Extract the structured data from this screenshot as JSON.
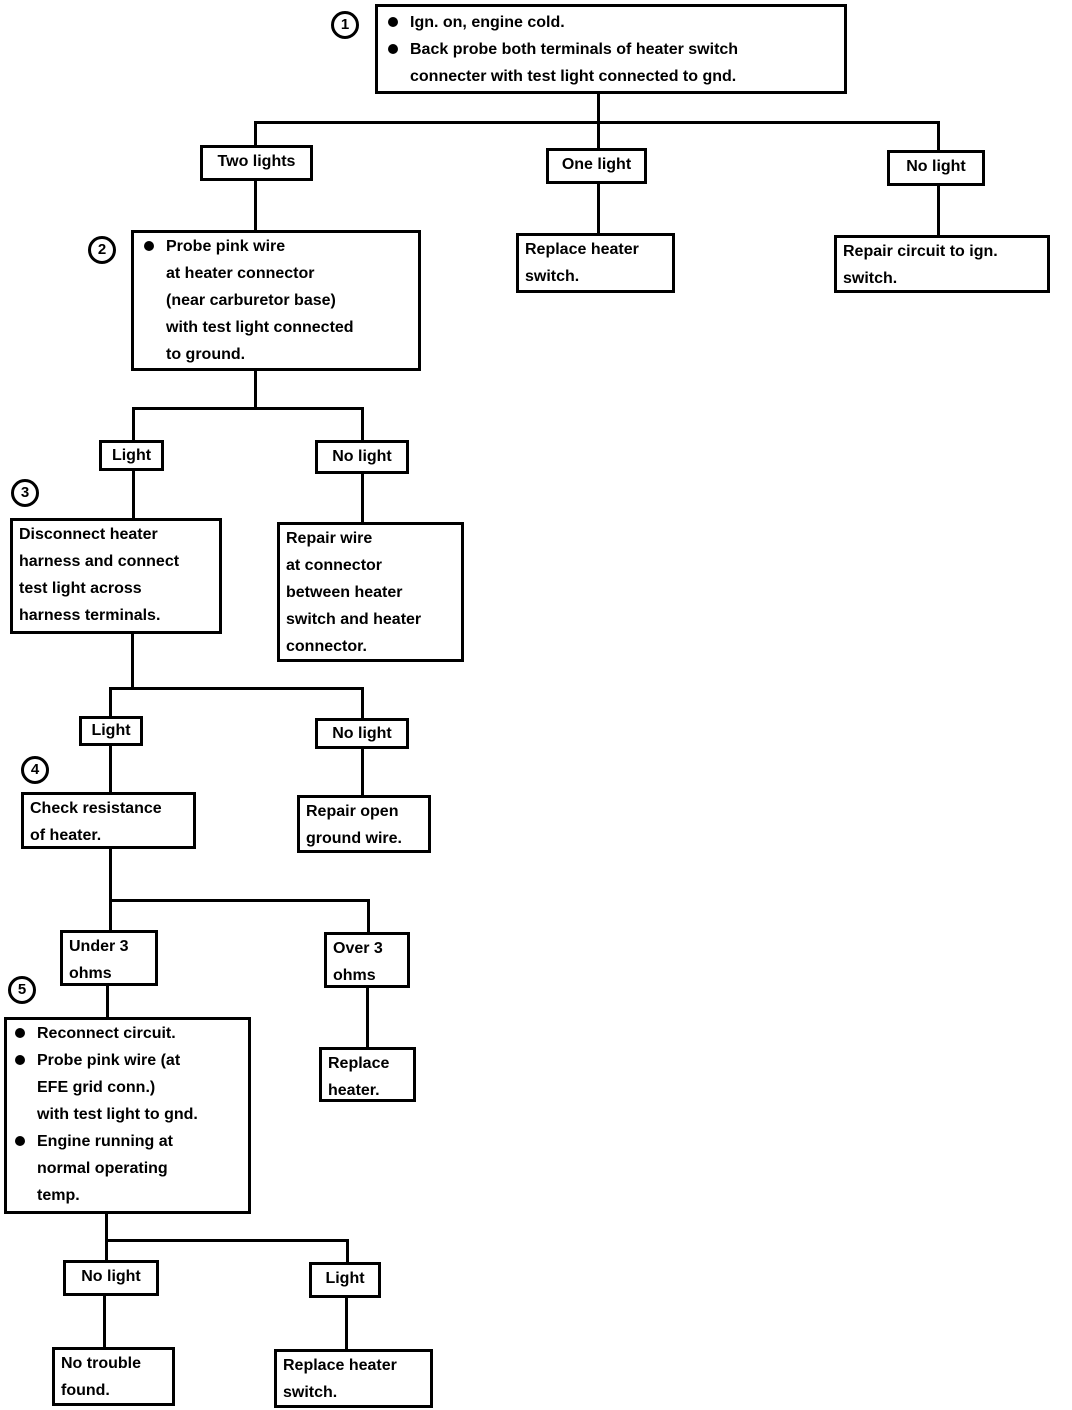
{
  "steps": [
    "1",
    "2",
    "3",
    "4",
    "5"
  ],
  "step1": {
    "lines": [
      "Ign. on, engine cold.",
      "Back probe both terminals of heater switch",
      "connecter with test light connected to gnd."
    ]
  },
  "step1_results": {
    "two_lights": "Two lights",
    "one_light": "One light",
    "no_light": "No light"
  },
  "one_light_action": {
    "lines": [
      "Replace heater",
      "switch."
    ]
  },
  "no_light_action": {
    "lines": [
      "Repair circuit to ign.",
      "switch."
    ]
  },
  "step2": {
    "lines": [
      "Probe pink wire",
      "at heater connector",
      "(near carburetor base)",
      "with test light connected",
      "to ground."
    ]
  },
  "step2_results": {
    "light": "Light",
    "no_light": "No light"
  },
  "step2_no_light_action": {
    "lines": [
      "Repair wire",
      "at connector",
      "between heater",
      "switch and heater",
      "connector."
    ]
  },
  "step3": {
    "lines": [
      "Disconnect heater",
      "harness and connect",
      "test light across",
      "harness terminals."
    ]
  },
  "step3_results": {
    "light": "Light",
    "no_light": "No light"
  },
  "step3_no_light_action": {
    "lines": [
      "Repair open",
      "ground wire."
    ]
  },
  "step4": {
    "lines": [
      "Check resistance",
      "of heater."
    ]
  },
  "step4_results": {
    "under": [
      "Under 3",
      "ohms"
    ],
    "over": [
      "Over 3",
      "ohms"
    ]
  },
  "step4_over_action": {
    "lines": [
      "Replace",
      "heater."
    ]
  },
  "step5": {
    "lines": [
      "Reconnect circuit.",
      "Probe pink wire (at",
      "EFE grid conn.)",
      "with test light to gnd.",
      "Engine running at",
      "normal operating",
      "temp."
    ]
  },
  "step5_results": {
    "no_light": "No light",
    "light": "Light"
  },
  "step5_no_light_action": {
    "lines": [
      "No trouble",
      "found."
    ]
  },
  "step5_light_action": {
    "lines": [
      "Replace heater",
      "switch."
    ]
  }
}
